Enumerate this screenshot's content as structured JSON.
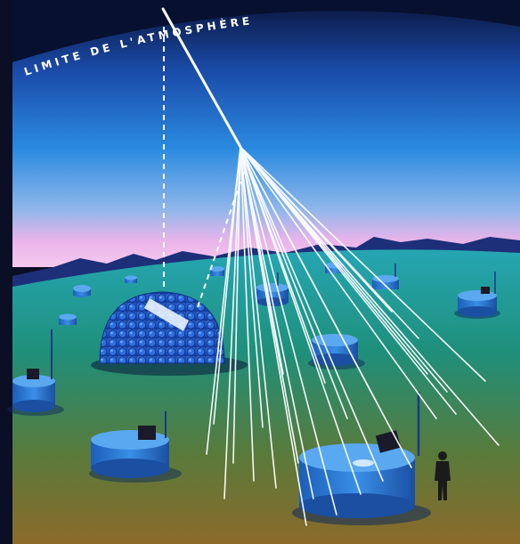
{
  "atmosphere_label": "LIMITE DE L'ATMOSPHÈRE",
  "colors": {
    "sky_top": "#0d1c4a",
    "sky_mid": "#1e6fd1",
    "sky_horizon": "#b9b8e8",
    "glow": "#f3b8e6",
    "ground_near": "#8a6e2c",
    "ground_far": "#2aa0a8",
    "detector": "#2e7fd0",
    "ray": "#ffffff"
  },
  "scene": {
    "elements": [
      "cosmic-ray-primary",
      "air-shower",
      "fluorescence-detector-dome",
      "surface-detector-tanks",
      "human-figure",
      "mountain-range"
    ]
  }
}
